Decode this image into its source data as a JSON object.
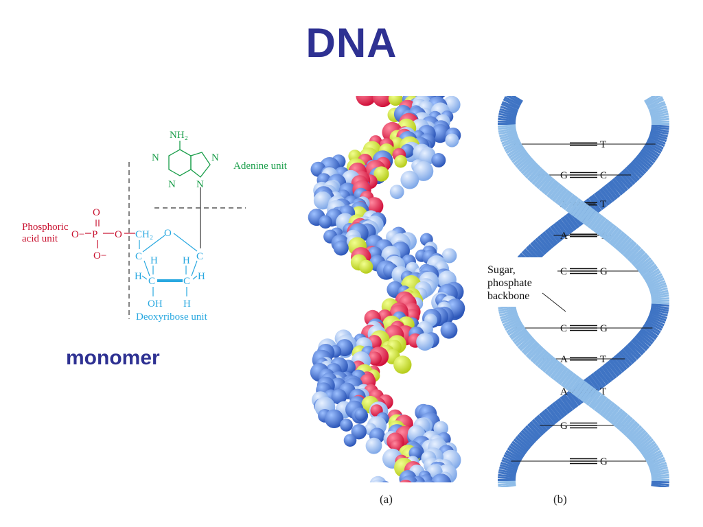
{
  "title": "DNA",
  "monomer_label": "monomer",
  "structure": {
    "phosphoric_label_1": "Phosphoric",
    "phosphoric_label_2": "acid unit",
    "adenine_label": "Adenine unit",
    "deoxyribose_label": "Deoxyribose unit",
    "nh2": "NH₂",
    "atom_n": "N",
    "atom_o": "O",
    "atom_c": "C",
    "atom_h": "H",
    "atom_oh": "OH",
    "atom_ch2": "CH₂",
    "atom_o_minus": "O−",
    "atom_p": "P"
  },
  "helix_b": {
    "backbone_label_1": "Sugar,",
    "backbone_label_2": "phosphate",
    "backbone_label_3": "backbone",
    "pairs": [
      {
        "left": "",
        "right": "T"
      },
      {
        "left": "G",
        "right": "C"
      },
      {
        "left": "A",
        "right": "T"
      },
      {
        "left": "A",
        "right": "T"
      },
      {
        "left": "C",
        "right": "G"
      },
      {
        "left": "C",
        "right": "G"
      },
      {
        "left": "A",
        "right": "T"
      },
      {
        "left": "A",
        "right": "T"
      },
      {
        "left": "G",
        "right": ""
      },
      {
        "left": "",
        "right": "G"
      }
    ]
  },
  "captions": {
    "a": "(a)",
    "b": "(b)"
  },
  "colors": {
    "title": "#2e3192",
    "phosphate": "#c8102e",
    "adenine": "#1a9e4a",
    "sugar": "#29a8e0",
    "helix_dark": "#3f74c4",
    "helix_light": "#8fbde8",
    "atom_blue": "#2c56b8",
    "atom_red": "#d0103a",
    "atom_yellow": "#b6cc1a"
  }
}
